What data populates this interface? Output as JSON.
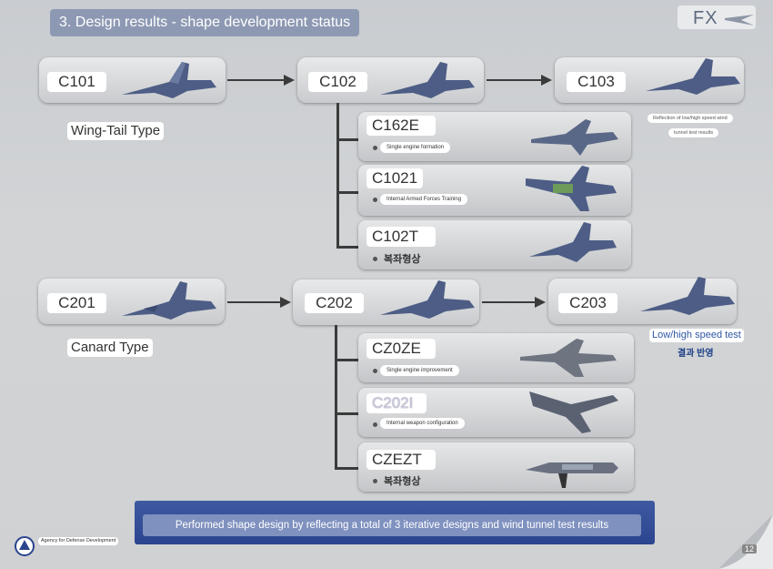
{
  "slide": {
    "title": "3. Design results - shape development status",
    "logo": "FX",
    "footer_text": "Performed shape design by reflecting a total of 3 iterative designs and wind tunnel test results",
    "agency": "Agency for Defense Development",
    "page_number": "12"
  },
  "wing_tail": {
    "label": "Wing-Tail Type",
    "c101": "C101",
    "c102": "C102",
    "c103": "C103",
    "c103_note_1": "Reflection of low/high speed wind",
    "c103_note_2": "tunnel test results",
    "variants": [
      {
        "code": "C162E",
        "note": "Single engine formation"
      },
      {
        "code": "C1021",
        "note": "Internal Armed Forces Training"
      },
      {
        "code": "C102T",
        "note": "복좌형상"
      }
    ]
  },
  "canard": {
    "label": "Canard Type",
    "c201": "C201",
    "c202": "C202",
    "c203": "C203",
    "c203_note_1": "Low/high speed test",
    "c203_note_2": "결과 반영",
    "variants": [
      {
        "code": "CZ0ZE",
        "note": "Single engine improvement"
      },
      {
        "code": "C202I",
        "note": "Internal weapon configuration"
      },
      {
        "code": "CZEZT",
        "note": "복좌형상"
      }
    ]
  },
  "colors": {
    "title_bg": "#8d99b3",
    "footer_bg": "#2b448e",
    "footer_inner": "#7f91bf",
    "jet": "#4d5d85",
    "accent_text": "#2f58a6"
  }
}
